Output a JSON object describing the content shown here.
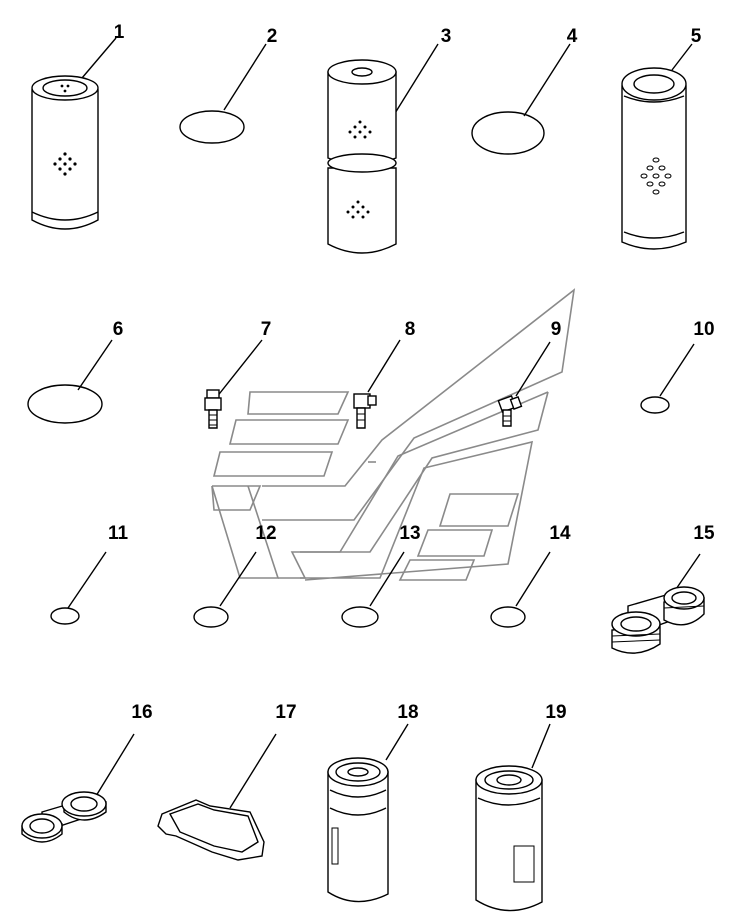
{
  "part_numbers": [
    "1",
    "2",
    "3",
    "4",
    "5",
    "6",
    "7",
    "8",
    "9",
    "10",
    "11",
    "12",
    "13",
    "14",
    "15",
    "16",
    "17",
    "18",
    "19"
  ]
}
